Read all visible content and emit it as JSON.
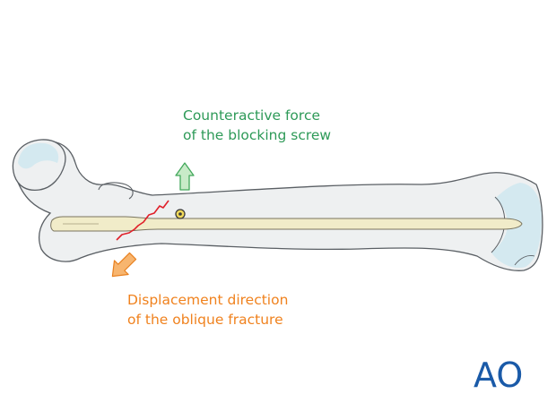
{
  "labels": {
    "counteractive_force": {
      "line1": "Counteractive force",
      "line2": "of the blocking screw"
    },
    "displacement": {
      "line1": "Displacement direction",
      "line2": "of the oblique fracture"
    }
  },
  "logo": {
    "text": "AO"
  },
  "colors": {
    "force_label": "#2e9a58",
    "displacement_label": "#f0821e",
    "force_arrow_fill": "#c8ebc8",
    "force_arrow_stroke": "#43a85c",
    "displacement_arrow_fill": "#f7b56f",
    "displacement_arrow_stroke": "#e8801f",
    "fracture_line": "#e0202a",
    "bone_fill": "#eef0f1",
    "bone_outline": "#5a5f64",
    "nail_fill": "#f1ecc9",
    "cartilage_fill": "#d4e9f0",
    "logo": "#1a5aa8"
  }
}
